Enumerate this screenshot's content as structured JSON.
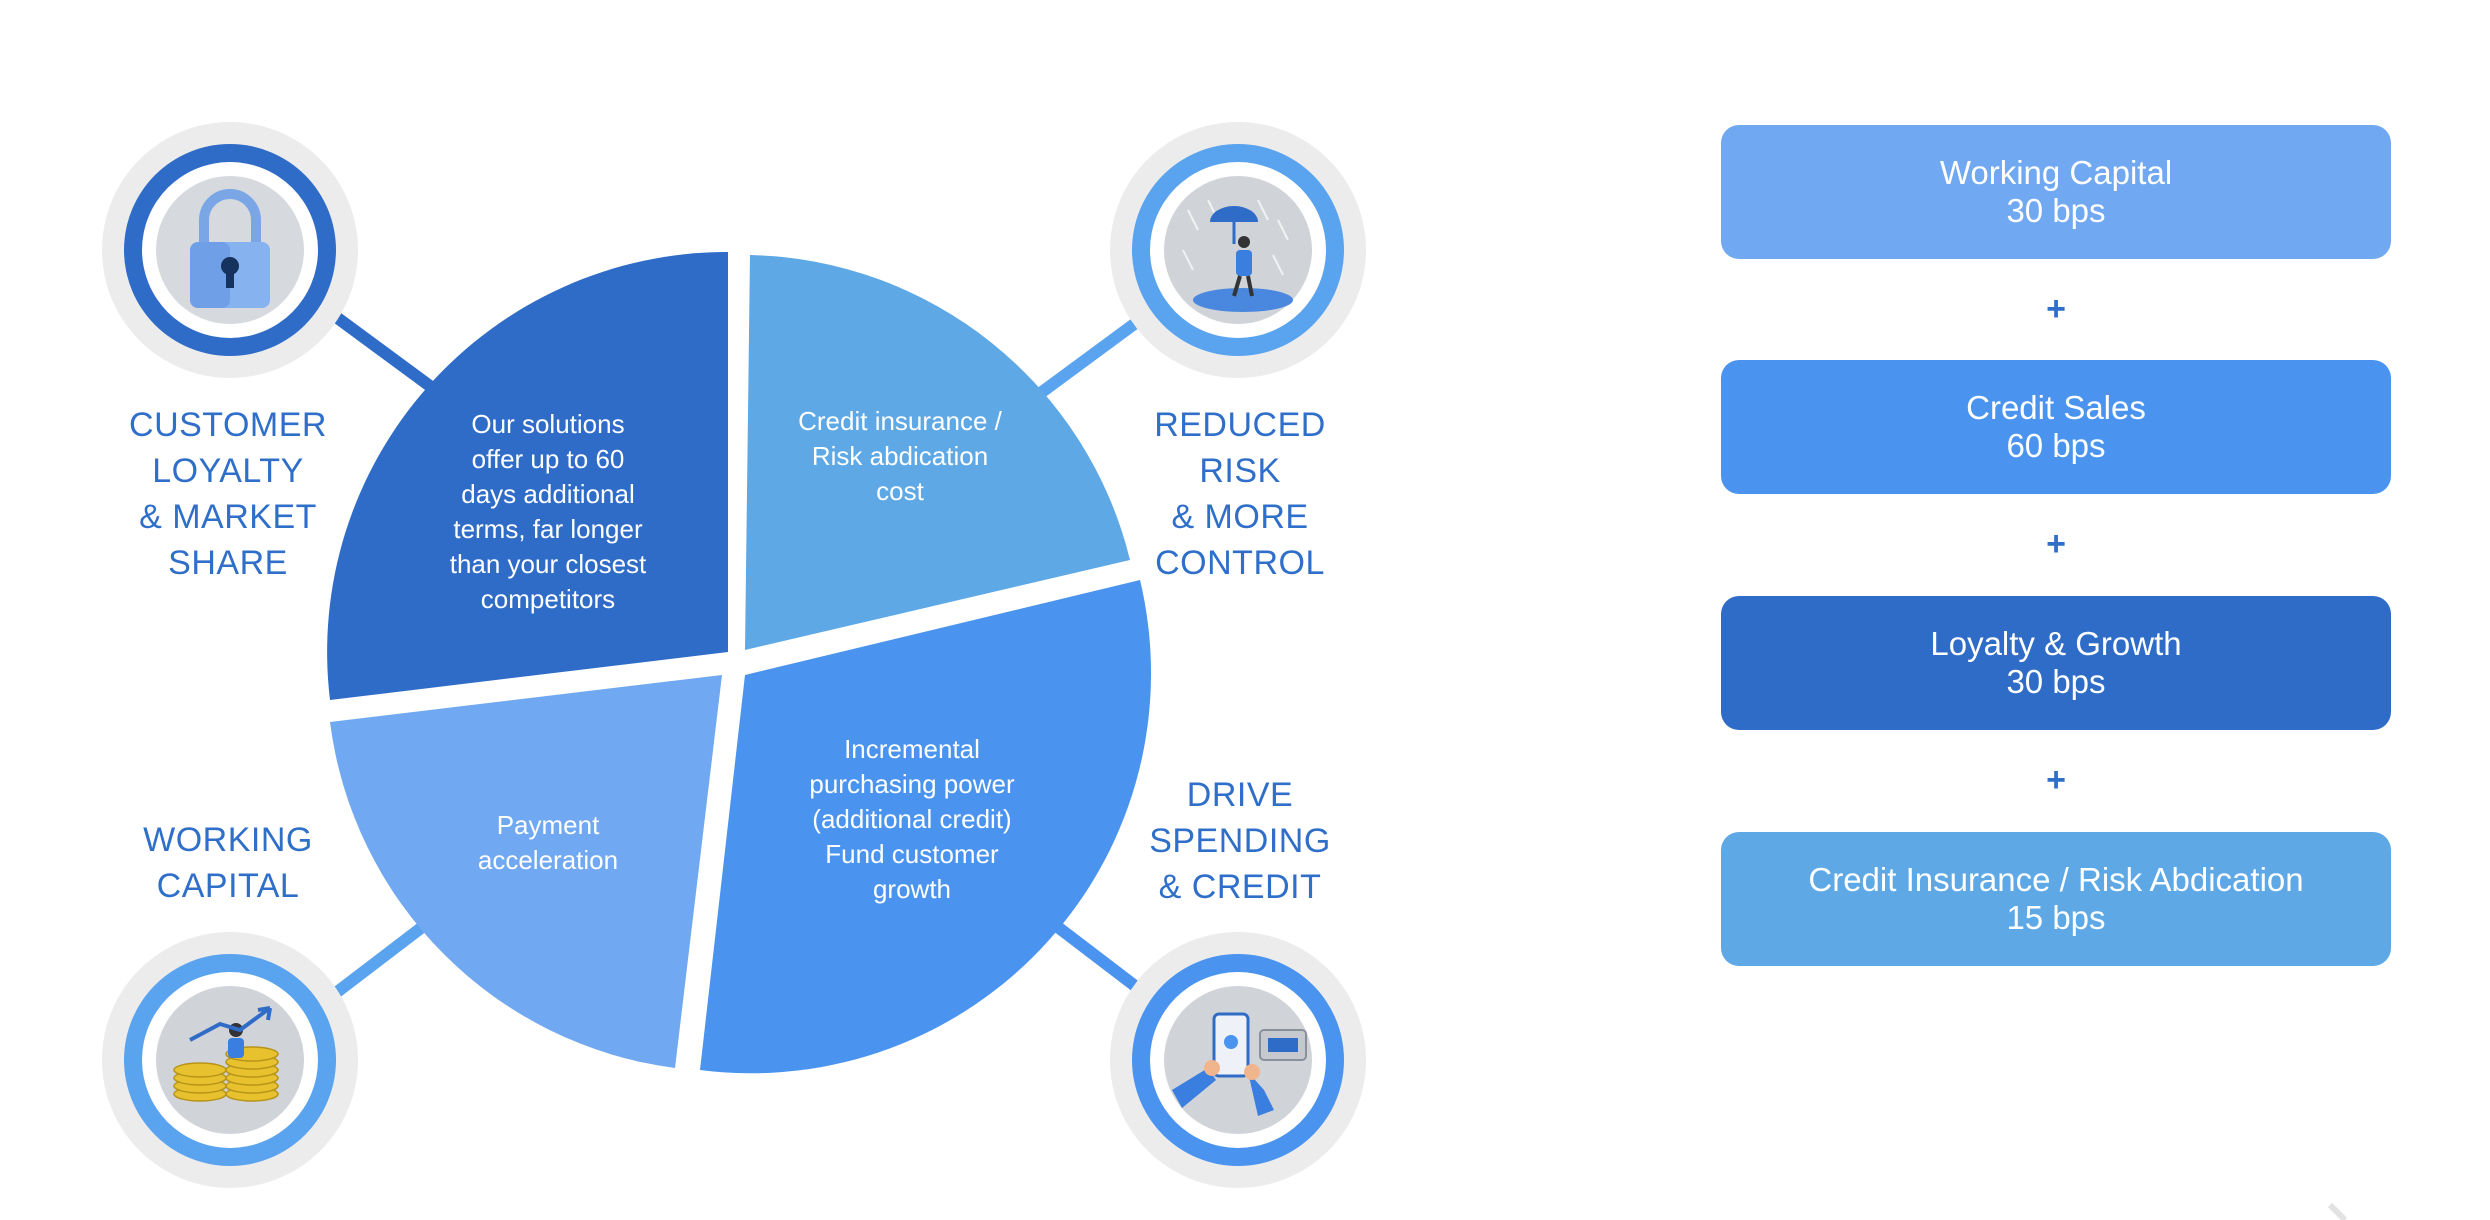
{
  "diagram": {
    "segments": [
      {
        "id": "loyalty",
        "lines": [
          "Our solutions",
          "offer up to 60",
          "days additional",
          "terms, far longer",
          "than your closest",
          "competitors"
        ],
        "color": "#2f6cc8"
      },
      {
        "id": "credit-insurance",
        "lines": [
          "Credit insurance /",
          "Risk abdication",
          "cost"
        ],
        "color": "#5ea8e6"
      },
      {
        "id": "spending",
        "lines": [
          "Incremental",
          "purchasing power",
          "(additional credit)",
          "Fund customer",
          "growth"
        ],
        "color": "#4a94f0"
      },
      {
        "id": "working-capital",
        "lines": [
          "Payment",
          "acceleration"
        ],
        "color": "#70a8f2"
      }
    ],
    "corner_labels": {
      "customer_loyalty": [
        "CUSTOMER",
        "LOYALTY",
        "& MARKET",
        "SHARE"
      ],
      "reduced_risk": [
        "REDUCED",
        "RISK",
        "& MORE",
        "CONTROL"
      ],
      "working_capital": [
        "WORKING",
        "CAPITAL"
      ],
      "drive_spending": [
        "DRIVE",
        "SPENDING",
        "& CREDIT"
      ]
    },
    "icons": {
      "top_left": "padlock-icon",
      "top_right": "umbrella-person-icon",
      "bottom_left": "coins-growth-icon",
      "bottom_right": "mobile-payment-icon"
    },
    "colors": {
      "label": "#2f6fc9",
      "ring_dark": "#2f6cc8",
      "ring_light": "#5aa3ef",
      "halo": "#ececec"
    }
  },
  "summary": {
    "boxes": [
      {
        "title": "Working Capital",
        "value": "30 bps",
        "color": "#70a8f2"
      },
      {
        "title": "Credit Sales",
        "value": "60 bps",
        "color": "#4a94f0"
      },
      {
        "title": "Loyalty & Growth",
        "value": "30 bps",
        "color": "#2f6cc8"
      },
      {
        "title": "Credit Insurance / Risk Abdication",
        "value": "15 bps",
        "color": "#5ea8e6"
      }
    ],
    "plus_sign": "+"
  }
}
